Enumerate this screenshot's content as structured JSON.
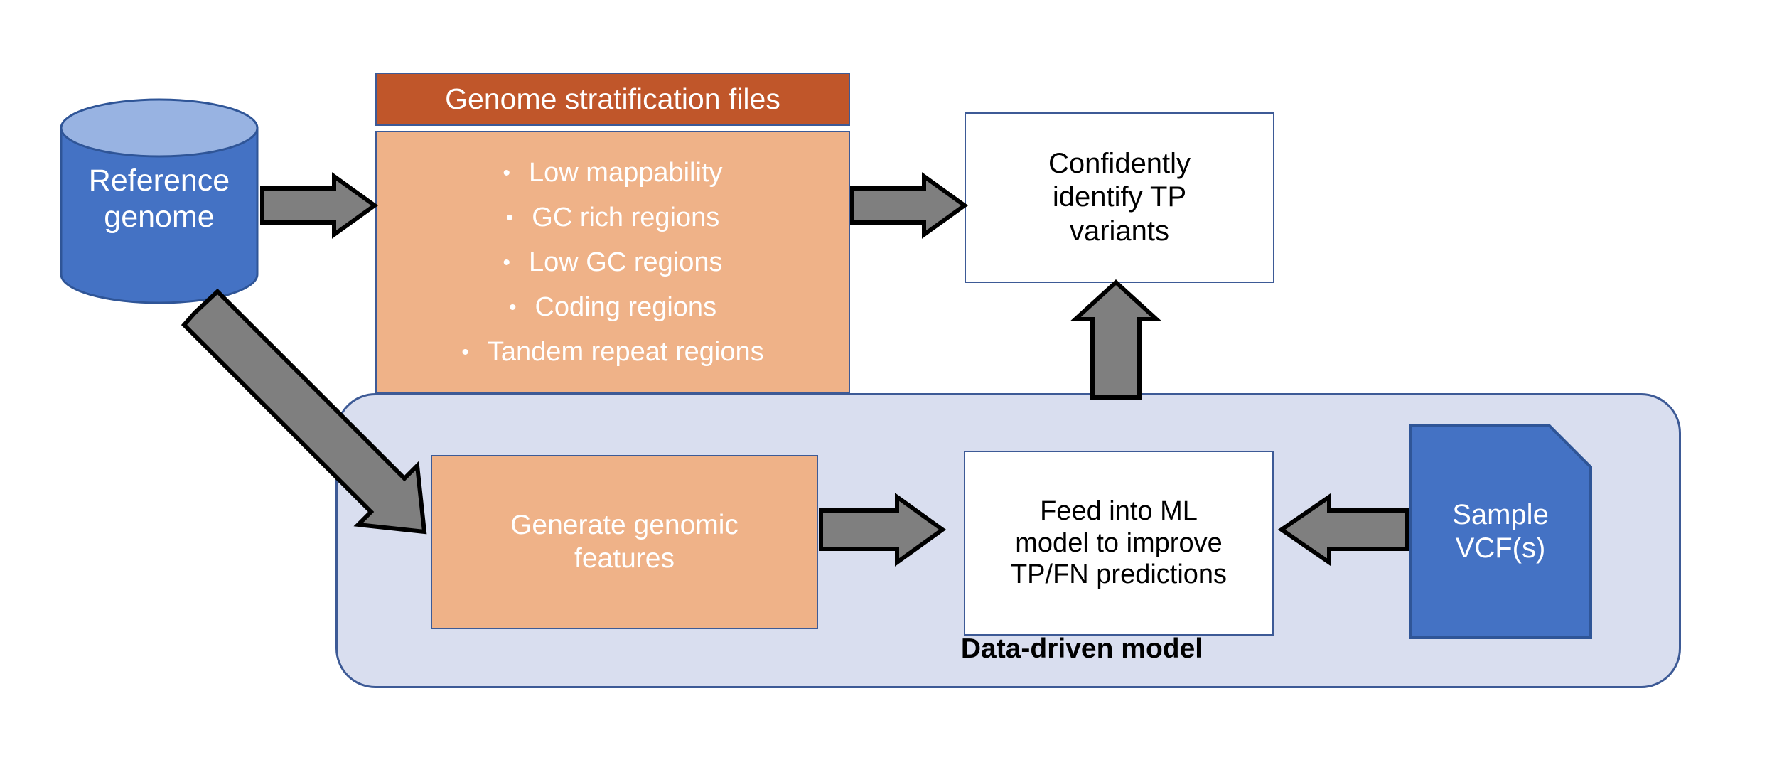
{
  "diagram": {
    "title_label": "Genome stratification files",
    "palette": {
      "orange_fill": "#EFB288",
      "orange_header": "#C0562A",
      "blue_fill": "#4472C4",
      "blue_border": "#3D5A96",
      "panel_fill": "#D9DEEF",
      "arrow_fill": "#7F7F7F",
      "arrow_stroke": "#000000",
      "white_fill": "#FFFFFF"
    },
    "nodes": {
      "reference_genome": {
        "label": "Reference\ngenome",
        "line1": "Reference",
        "line2": "genome",
        "shape": "cylinder-icon"
      },
      "stratification": {
        "header": "Genome stratification files",
        "bullets": [
          "Low mappability",
          "GC rich regions",
          "Low GC regions",
          "Coding regions",
          "Tandem repeat regions"
        ],
        "bullet_glyph": "•"
      },
      "tp_variants": {
        "line1": "Confidently",
        "line2": "identify TP",
        "line3": "variants",
        "text": "Confidently identify TP variants"
      },
      "generate_features": {
        "line1": "Generate genomic",
        "line2": "features",
        "text": "Generate genomic features"
      },
      "ml_model": {
        "line1": "Feed into ML",
        "line2": "model to improve",
        "line3": "TP/FN predictions",
        "text": "Feed into ML model to improve TP/FN predictions"
      },
      "sample_vcf": {
        "line1": "Sample",
        "line2": "VCF(s)",
        "text": "Sample VCF(s)",
        "shape": "document-icon"
      },
      "model_panel": {
        "label": "Data-driven model"
      }
    },
    "edges": [
      {
        "id": "ref-to-strat",
        "from": "reference_genome",
        "to": "stratification",
        "direction": "right"
      },
      {
        "id": "strat-to-tp",
        "from": "stratification",
        "to": "tp_variants",
        "direction": "right"
      },
      {
        "id": "ref-to-genfeat",
        "from": "reference_genome",
        "to": "generate_features",
        "direction": "down-right"
      },
      {
        "id": "genfeat-to-ml",
        "from": "generate_features",
        "to": "ml_model",
        "direction": "right"
      },
      {
        "id": "vcf-to-ml",
        "from": "sample_vcf",
        "to": "ml_model",
        "direction": "left"
      },
      {
        "id": "ml-to-tp",
        "from": "ml_model",
        "to": "tp_variants",
        "direction": "up"
      }
    ]
  }
}
